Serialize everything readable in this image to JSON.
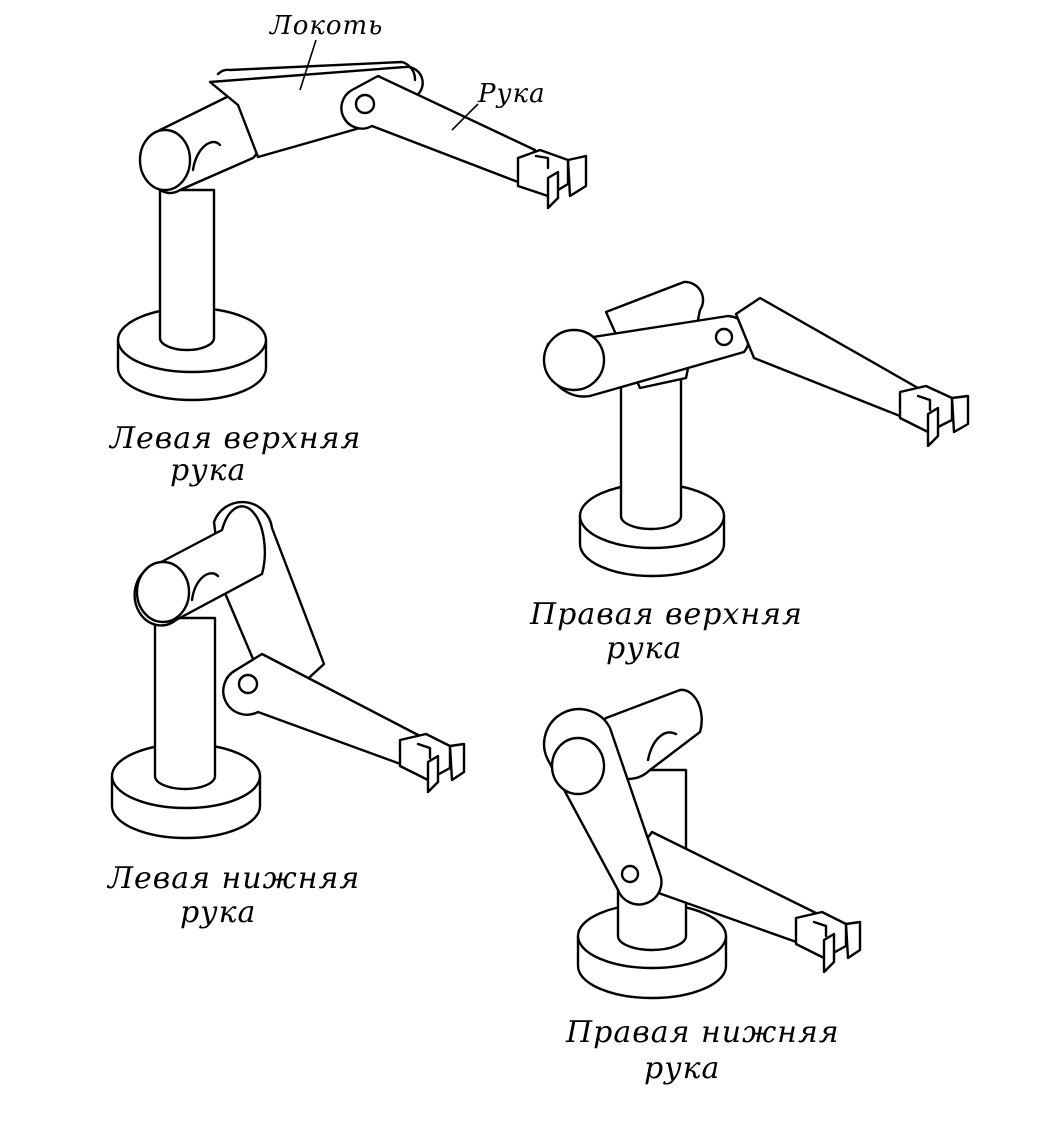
{
  "labels": {
    "elbow": "Локоть",
    "arm": "Рука"
  },
  "captions": {
    "left_upper": [
      "Левая верхняя",
      "рука"
    ],
    "right_upper": [
      "Правая верхняя",
      "рука"
    ],
    "left_lower": [
      "Левая нижняя",
      "рука"
    ],
    "right_lower": [
      "Правая нижняя",
      "рука"
    ]
  },
  "colors": {
    "ink": "#000000",
    "paper": "#ffffff"
  }
}
